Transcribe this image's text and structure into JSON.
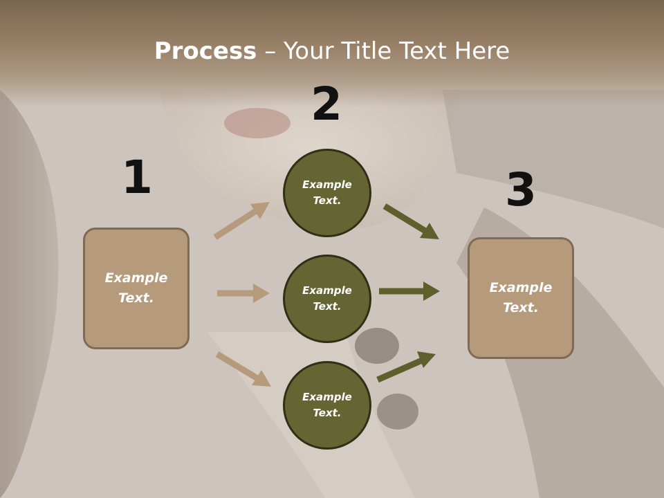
{
  "slide": {
    "title_bold": "Process",
    "title_rest": " – Your Title Text Here",
    "steps": [
      "1",
      "2",
      "3"
    ],
    "left_box": {
      "text": "Example Text."
    },
    "right_box": {
      "text": "Example Text."
    },
    "circles": [
      {
        "text": "Example Text."
      },
      {
        "text": "Example Text."
      },
      {
        "text": "Example Text."
      }
    ]
  },
  "colors": {
    "box_fill": "#b59a7c",
    "circle_fill": "#646532",
    "left_arrow": "#b59a7c",
    "right_arrow": "#5e5f2c"
  },
  "icons": [
    "arrow-right-icon"
  ]
}
